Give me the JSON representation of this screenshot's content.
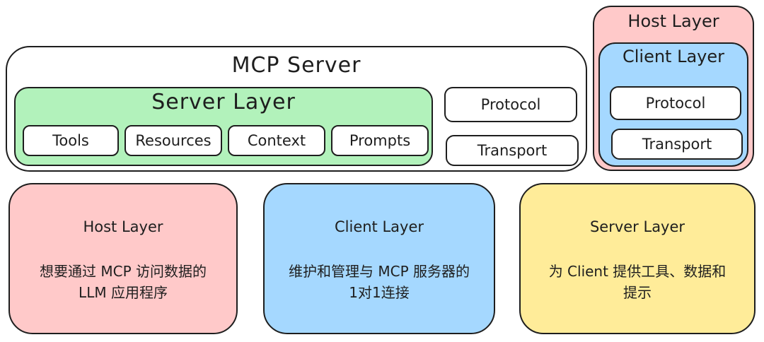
{
  "mcp_server": {
    "title": "MCP Server",
    "server_layer": {
      "title": "Server Layer",
      "items": [
        "Tools",
        "Resources",
        "Context",
        "Prompts"
      ]
    },
    "protocol": "Protocol",
    "transport": "Transport"
  },
  "host_stack": {
    "title": "Host Layer",
    "client_layer": {
      "title": "Client Layer",
      "protocol": "Protocol",
      "transport": "Transport"
    }
  },
  "cards": {
    "host": {
      "title": "Host Layer",
      "line1": "想要通过 MCP 访问数据的",
      "line2": "LLM 应用程序"
    },
    "client": {
      "title": "Client Layer",
      "line1": "维护和管理与 MCP 服务器的",
      "line2": "1对1连接"
    },
    "server": {
      "title": "Server Layer",
      "line1": "为 Client 提供工具、数据和",
      "line2": "提示"
    }
  },
  "colors": {
    "server_layer": "#b2f2bb",
    "host": "#ffc9c9",
    "client": "#a5d8ff",
    "server_card": "#ffec99",
    "stroke": "#1e1e1e"
  }
}
